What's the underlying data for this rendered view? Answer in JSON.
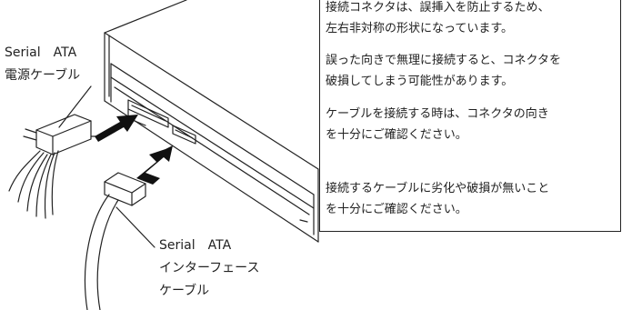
{
  "labels": {
    "power_cable": [
      "Serial　ATA",
      "電源ケーブル"
    ],
    "interface_cable": [
      "Serial　ATA",
      "インターフェース",
      "ケーブル"
    ]
  },
  "notes": [
    [
      "接続コネクタは、誤挿入を防止するため、",
      "左右非対称の形状になっています。"
    ],
    [
      "誤った向きで無理に接続すると、コネクタを",
      "破損してしまう可能性があります。"
    ],
    [
      "ケーブルを接続する時は、コネクタの向き",
      "を十分にご確認ください。"
    ],
    [
      "接続するケーブルに劣化や破損が無いこと",
      "を十分にご確認ください。"
    ]
  ],
  "colors": {
    "line": "#222222",
    "arrow": "#111111",
    "box_border": "#222222"
  }
}
